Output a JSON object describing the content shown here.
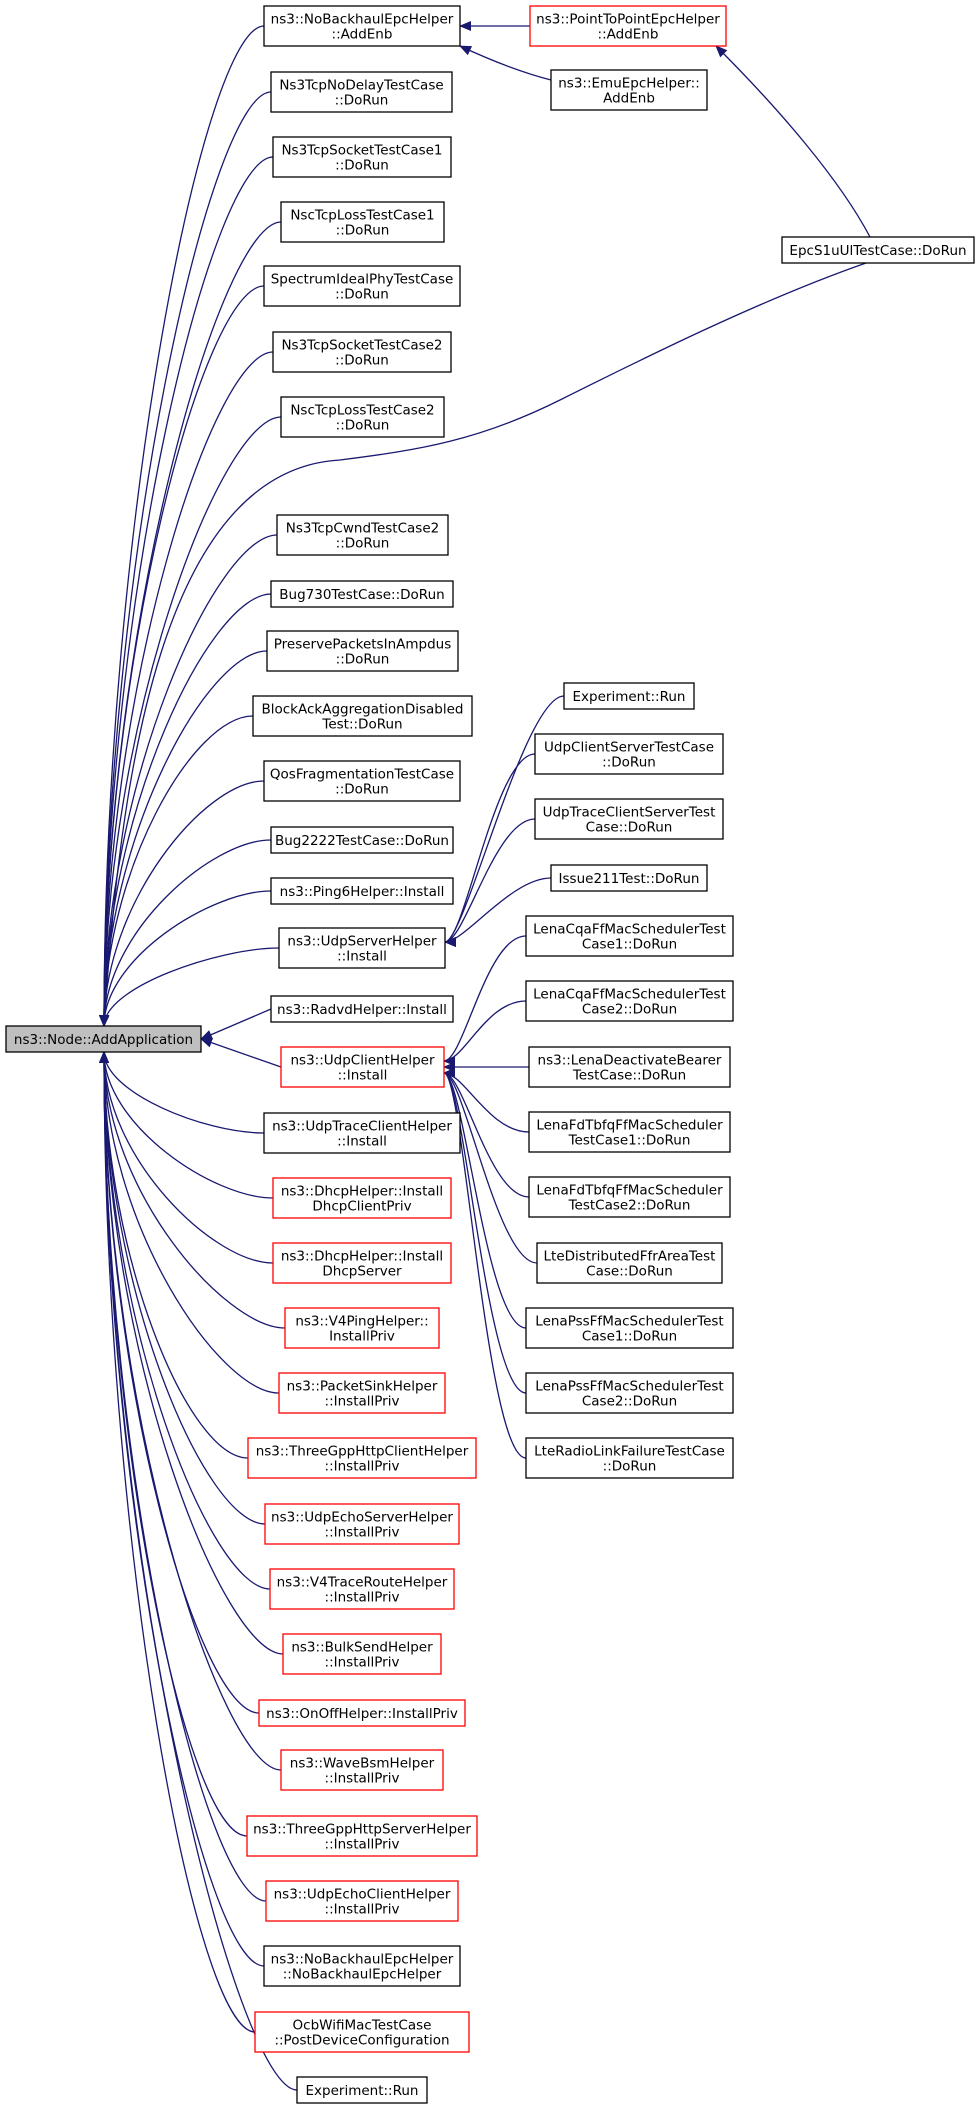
{
  "diagram": {
    "root": {
      "id": "root",
      "label": [
        "ns3::Node::AddApplication"
      ]
    },
    "nodes": [
      {
        "id": "nobackhaul_addenb",
        "label": [
          "ns3::NoBackhaulEpcHelper",
          "::AddEnb"
        ],
        "style": "black"
      },
      {
        "id": "p2p_addenb",
        "label": [
          "ns3::PointToPointEpcHelper",
          "::AddEnb"
        ],
        "style": "red"
      },
      {
        "id": "emu_addenb",
        "label": [
          "ns3::EmuEpcHelper::",
          "AddEnb"
        ],
        "style": "black"
      },
      {
        "id": "epcs1u",
        "label": [
          "EpcS1uUlTestCase::DoRun"
        ],
        "style": "black"
      },
      {
        "id": "ns3tcpnodelay",
        "label": [
          "Ns3TcpNoDelayTestCase",
          "::DoRun"
        ],
        "style": "black"
      },
      {
        "id": "ns3tcpsocket1",
        "label": [
          "Ns3TcpSocketTestCase1",
          "::DoRun"
        ],
        "style": "black"
      },
      {
        "id": "nsctcploss1",
        "label": [
          "NscTcpLossTestCase1",
          "::DoRun"
        ],
        "style": "black"
      },
      {
        "id": "spectrumideal",
        "label": [
          "SpectrumIdealPhyTestCase",
          "::DoRun"
        ],
        "style": "black"
      },
      {
        "id": "ns3tcpsocket2",
        "label": [
          "Ns3TcpSocketTestCase2",
          "::DoRun"
        ],
        "style": "black"
      },
      {
        "id": "nsctcploss2",
        "label": [
          "NscTcpLossTestCase2",
          "::DoRun"
        ],
        "style": "black"
      },
      {
        "id": "ns3tcpcwnd2",
        "label": [
          "Ns3TcpCwndTestCase2",
          "::DoRun"
        ],
        "style": "black"
      },
      {
        "id": "bug730",
        "label": [
          "Bug730TestCase::DoRun"
        ],
        "style": "black"
      },
      {
        "id": "preservepackets",
        "label": [
          "PreservePacketsInAmpdus",
          "::DoRun"
        ],
        "style": "black"
      },
      {
        "id": "blockack",
        "label": [
          "BlockAckAggregationDisabled",
          "Test::DoRun"
        ],
        "style": "black"
      },
      {
        "id": "qosfrag",
        "label": [
          "QosFragmentationTestCase",
          "::DoRun"
        ],
        "style": "black"
      },
      {
        "id": "bug2222",
        "label": [
          "Bug2222TestCase::DoRun"
        ],
        "style": "black"
      },
      {
        "id": "ping6",
        "label": [
          "ns3::Ping6Helper::Install"
        ],
        "style": "black"
      },
      {
        "id": "udpserver",
        "label": [
          "ns3::UdpServerHelper",
          "::Install"
        ],
        "style": "black"
      },
      {
        "id": "radvd",
        "label": [
          "ns3::RadvdHelper::Install"
        ],
        "style": "black"
      },
      {
        "id": "udpclient",
        "label": [
          "ns3::UdpClientHelper",
          "::Install"
        ],
        "style": "red"
      },
      {
        "id": "udptraceclient",
        "label": [
          "ns3::UdpTraceClientHelper",
          "::Install"
        ],
        "style": "black"
      },
      {
        "id": "dhcpclient",
        "label": [
          "ns3::DhcpHelper::Install",
          "DhcpClientPriv"
        ],
        "style": "red"
      },
      {
        "id": "dhcpserver",
        "label": [
          "ns3::DhcpHelper::Install",
          "DhcpServer"
        ],
        "style": "red"
      },
      {
        "id": "v4ping",
        "label": [
          "ns3::V4PingHelper::",
          "InstallPriv"
        ],
        "style": "red"
      },
      {
        "id": "packetsink",
        "label": [
          "ns3::PacketSinkHelper",
          "::InstallPriv"
        ],
        "style": "red"
      },
      {
        "id": "threegpphttpclient",
        "label": [
          "ns3::ThreeGppHttpClientHelper",
          "::InstallPriv"
        ],
        "style": "red"
      },
      {
        "id": "udpechoserver",
        "label": [
          "ns3::UdpEchoServerHelper",
          "::InstallPriv"
        ],
        "style": "red"
      },
      {
        "id": "v4traceroute",
        "label": [
          "ns3::V4TraceRouteHelper",
          "::InstallPriv"
        ],
        "style": "red"
      },
      {
        "id": "bulksend",
        "label": [
          "ns3::BulkSendHelper",
          "::InstallPriv"
        ],
        "style": "red"
      },
      {
        "id": "onoff",
        "label": [
          "ns3::OnOffHelper::InstallPriv"
        ],
        "style": "red"
      },
      {
        "id": "wavebsm",
        "label": [
          "ns3::WaveBsmHelper",
          "::InstallPriv"
        ],
        "style": "red"
      },
      {
        "id": "threegpphttpserver",
        "label": [
          "ns3::ThreeGppHttpServerHelper",
          "::InstallPriv"
        ],
        "style": "red"
      },
      {
        "id": "udpechoclient",
        "label": [
          "ns3::UdpEchoClientHelper",
          "::InstallPriv"
        ],
        "style": "red"
      },
      {
        "id": "nobackhaul_ctor",
        "label": [
          "ns3::NoBackhaulEpcHelper",
          "::NoBackhaulEpcHelper"
        ],
        "style": "black"
      },
      {
        "id": "ocbwifi",
        "label": [
          "OcbWifiMacTestCase",
          "::PostDeviceConfiguration"
        ],
        "style": "red"
      },
      {
        "id": "experiment_bottom",
        "label": [
          "Experiment::Run"
        ],
        "style": "black"
      },
      {
        "id": "experiment_top",
        "label": [
          "Experiment::Run"
        ],
        "style": "black"
      },
      {
        "id": "udpclientserver",
        "label": [
          "UdpClientServerTestCase",
          "::DoRun"
        ],
        "style": "black"
      },
      {
        "id": "udptraceclientserver",
        "label": [
          "UdpTraceClientServerTest",
          "Case::DoRun"
        ],
        "style": "black"
      },
      {
        "id": "issue211",
        "label": [
          "Issue211Test::DoRun"
        ],
        "style": "black"
      },
      {
        "id": "lenacqa1",
        "label": [
          "LenaCqaFfMacSchedulerTest",
          "Case1::DoRun"
        ],
        "style": "black"
      },
      {
        "id": "lenacqa2",
        "label": [
          "LenaCqaFfMacSchedulerTest",
          "Case2::DoRun"
        ],
        "style": "black"
      },
      {
        "id": "lenadeactivate",
        "label": [
          "ns3::LenaDeactivateBearer",
          "TestCase::DoRun"
        ],
        "style": "black"
      },
      {
        "id": "lenafdtbfq1",
        "label": [
          "LenaFdTbfqFfMacScheduler",
          "TestCase1::DoRun"
        ],
        "style": "black"
      },
      {
        "id": "lenafdtbfq2",
        "label": [
          "LenaFdTbfqFfMacScheduler",
          "TestCase2::DoRun"
        ],
        "style": "black"
      },
      {
        "id": "ltedistributed",
        "label": [
          "LteDistributedFfrAreaTest",
          "Case::DoRun"
        ],
        "style": "black"
      },
      {
        "id": "lenapss1",
        "label": [
          "LenaPssFfMacSchedulerTest",
          "Case1::DoRun"
        ],
        "style": "black"
      },
      {
        "id": "lenapss2",
        "label": [
          "LenaPssFfMacSchedulerTest",
          "Case2::DoRun"
        ],
        "style": "black"
      },
      {
        "id": "lteradiolink",
        "label": [
          "LteRadioLinkFailureTestCase",
          "::DoRun"
        ],
        "style": "black"
      }
    ],
    "edges": [
      [
        "nobackhaul_addenb",
        "root"
      ],
      [
        "ns3tcpnodelay",
        "root"
      ],
      [
        "ns3tcpsocket1",
        "root"
      ],
      [
        "nsctcploss1",
        "root"
      ],
      [
        "spectrumideal",
        "root"
      ],
      [
        "ns3tcpsocket2",
        "root"
      ],
      [
        "nsctcploss2",
        "root"
      ],
      [
        "epcs1u",
        "root"
      ],
      [
        "ns3tcpcwnd2",
        "root"
      ],
      [
        "bug730",
        "root"
      ],
      [
        "preservepackets",
        "root"
      ],
      [
        "blockack",
        "root"
      ],
      [
        "qosfrag",
        "root"
      ],
      [
        "bug2222",
        "root"
      ],
      [
        "ping6",
        "root"
      ],
      [
        "udpserver",
        "root"
      ],
      [
        "radvd",
        "root"
      ],
      [
        "udpclient",
        "root"
      ],
      [
        "udptraceclient",
        "root"
      ],
      [
        "dhcpclient",
        "root"
      ],
      [
        "dhcpserver",
        "root"
      ],
      [
        "v4ping",
        "root"
      ],
      [
        "packetsink",
        "root"
      ],
      [
        "threegpphttpclient",
        "root"
      ],
      [
        "udpechoserver",
        "root"
      ],
      [
        "v4traceroute",
        "root"
      ],
      [
        "bulksend",
        "root"
      ],
      [
        "onoff",
        "root"
      ],
      [
        "wavebsm",
        "root"
      ],
      [
        "threegpphttpserver",
        "root"
      ],
      [
        "udpechoclient",
        "root"
      ],
      [
        "nobackhaul_ctor",
        "root"
      ],
      [
        "ocbwifi",
        "root"
      ],
      [
        "experiment_bottom",
        "root"
      ],
      [
        "p2p_addenb",
        "nobackhaul_addenb"
      ],
      [
        "emu_addenb",
        "nobackhaul_addenb"
      ],
      [
        "epcs1u",
        "p2p_addenb"
      ],
      [
        "experiment_top",
        "udpserver"
      ],
      [
        "udpclientserver",
        "udpserver"
      ],
      [
        "udptraceclientserver",
        "udpserver"
      ],
      [
        "issue211",
        "udpserver"
      ],
      [
        "lenacqa1",
        "udpclient"
      ],
      [
        "lenacqa2",
        "udpclient"
      ],
      [
        "lenadeactivate",
        "udpclient"
      ],
      [
        "lenafdtbfq1",
        "udpclient"
      ],
      [
        "lenafdtbfq2",
        "udpclient"
      ],
      [
        "ltedistributed",
        "udpclient"
      ],
      [
        "lenapss1",
        "udpclient"
      ],
      [
        "lenapss2",
        "udpclient"
      ],
      [
        "lteradiolink",
        "udpclient"
      ]
    ]
  }
}
